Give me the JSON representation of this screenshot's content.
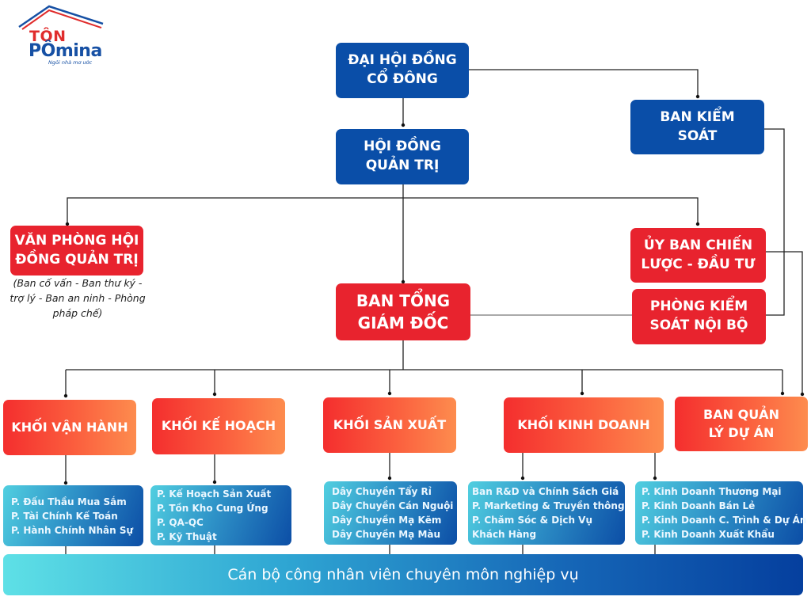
{
  "logo": {
    "line1": "TÔN",
    "brand_prefix": "P",
    "brand_o": "Ô",
    "brand_suffix": "mina",
    "slogan": "Ngôi nhà mơ ước",
    "colors": {
      "red": "#e02c2c",
      "blue": "#1650a4"
    }
  },
  "colors": {
    "blue_node": "#0a4ea8",
    "red_node": "#e8232e",
    "orange_start": "#f42e2e",
    "orange_end": "#fd8c4e",
    "dept_start": "#51cfe0",
    "dept_end": "#0c4ea6",
    "connector": "#222222"
  },
  "nodes": {
    "shareholders": "ĐẠI HỘI ĐỒNG\nCỔ ĐÔNG",
    "supervisory_board": "BAN KIỂM\nSOÁT",
    "board_of_directors": "HỘI ĐỒNG\nQUẢN TRỊ",
    "board_office": "VĂN PHÒNG HỘI\nĐỒNG QUẢN TRỊ",
    "board_office_note": "(Ban cố vấn - Ban thư ký -\ntrợ lý - Ban an ninh - Phòng\npháp chế)",
    "strategy_committee": "ỦY BAN CHIẾN\nLƯỢC - ĐẦU TƯ",
    "internal_audit": "PHÒNG KIỂM\nSOÁT NỘI BỘ",
    "executive_board": "BAN TỔNG\nGIÁM ĐỐC"
  },
  "divisions": [
    {
      "name": "KHỐI VẬN HÀNH",
      "departments": [
        "P. Đấu Thầu Mua Sắm",
        "P. Tài Chính Kế Toán",
        "P. Hành Chính Nhân Sự"
      ]
    },
    {
      "name": "KHỐI KẾ HOẠCH",
      "departments": [
        "P. Kế Hoạch Sản Xuất",
        "P. Tồn Kho Cung Ứng",
        "P. QA-QC",
        "P. Kỹ Thuật"
      ]
    },
    {
      "name": "KHỐI SẢN XUẤT",
      "departments": [
        "Dây Chuyền Tẩy Rỉ",
        "Dây Chuyền Cán Nguội",
        "Dây Chuyền Mạ Kẽm",
        "Dây Chuyền Mạ Màu"
      ]
    },
    {
      "name": "KHỐI KINH DOANH",
      "departments": [
        "Ban R&D và Chính Sách Giá",
        "P. Marketing & Truyền thông",
        "P. Chăm Sóc & Dịch Vụ",
        "Khách Hàng"
      ],
      "departments_2": [
        "P. Kinh Doanh Thương Mại",
        "P. Kinh Doanh Bán Lẻ",
        "P. Kinh Doanh C. Trình & Dự Án",
        "P. Kinh Doanh Xuất Khẩu"
      ]
    },
    {
      "name": "BAN QUẢN\nLÝ DỰ ÁN",
      "departments": []
    }
  ],
  "staff": "Cán bộ công nhân viên chuyên môn nghiệp vụ"
}
